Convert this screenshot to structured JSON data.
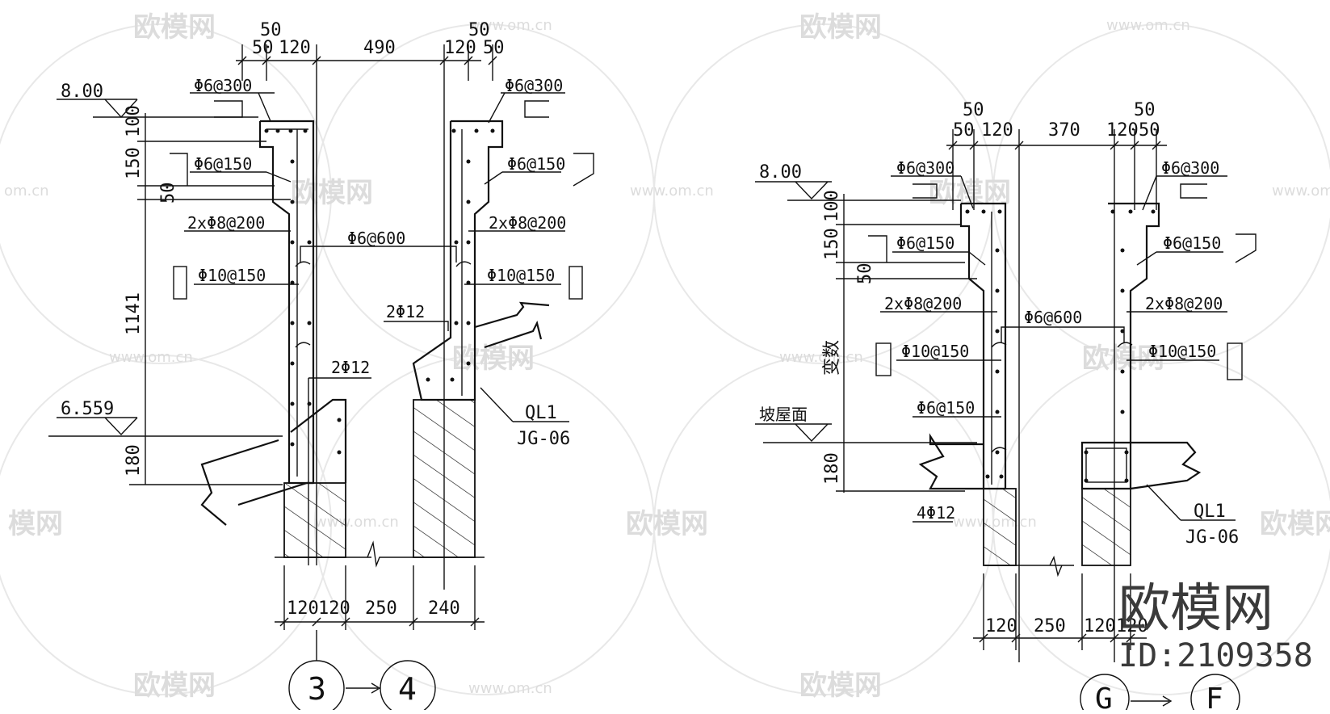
{
  "watermark": {
    "brand": "欧模网",
    "url": "www.om.cn",
    "url_partial": "om.cn",
    "brand_partial": "模网",
    "corner_brand": "欧模网",
    "corner_id": "ID:2109358"
  },
  "left_section": {
    "top_dims": {
      "d50_top": "50",
      "d50": "50",
      "d120": "120",
      "d490": "490",
      "d120r": "120",
      "d50r_top": "50",
      "d50r": "50"
    },
    "level_top": "8.00",
    "level_bottom": "6.559",
    "left_vert_dims": [
      "100",
      "150",
      "50",
      "1141",
      "180"
    ],
    "bars": {
      "cap_left": "Φ6@300",
      "cap_right": "Φ6@300",
      "stir_left": "Φ6@150",
      "stir_right": "Φ6@150",
      "long_left": "2xΦ8@200",
      "long_right": "2xΦ8@200",
      "tie": "Φ6@600",
      "vert_left": "Φ10@150",
      "vert_right": "Φ10@150",
      "bar_right": "2Φ12",
      "bar_left": "2Φ12"
    },
    "beam_tag": "QL1",
    "beam_ref": "JG-06",
    "bottom_dims": [
      "120",
      "120",
      "250",
      "240"
    ],
    "axis_from": "3",
    "axis_to": "4"
  },
  "right_section": {
    "top_dims": {
      "d50_top": "50",
      "d50": "50",
      "d120": "120",
      "d370": "370",
      "d120r": "120",
      "d50r_top": "50",
      "d50r": "50"
    },
    "level_top": "8.00",
    "level_bottom_label": "坡屋面",
    "left_vert_dims": [
      "100",
      "150",
      "50",
      "变数",
      "180"
    ],
    "bars": {
      "cap_left": "Φ6@300",
      "cap_right": "Φ6@300",
      "stir_left": "Φ6@150",
      "stir_right": "Φ6@150",
      "long_left": "2xΦ8@200",
      "long_right": "2xΦ8@200",
      "tie": "Φ6@600",
      "vert_left": "Φ10@150",
      "vert_right": "Φ10@150",
      "stir_low": "Φ6@150",
      "bar_low": "4Φ12"
    },
    "beam_tag": "QL1",
    "beam_ref": "JG-06",
    "bottom_dims": [
      "120",
      "250",
      "120",
      "120"
    ],
    "axis_from": "G",
    "axis_to": "F"
  }
}
